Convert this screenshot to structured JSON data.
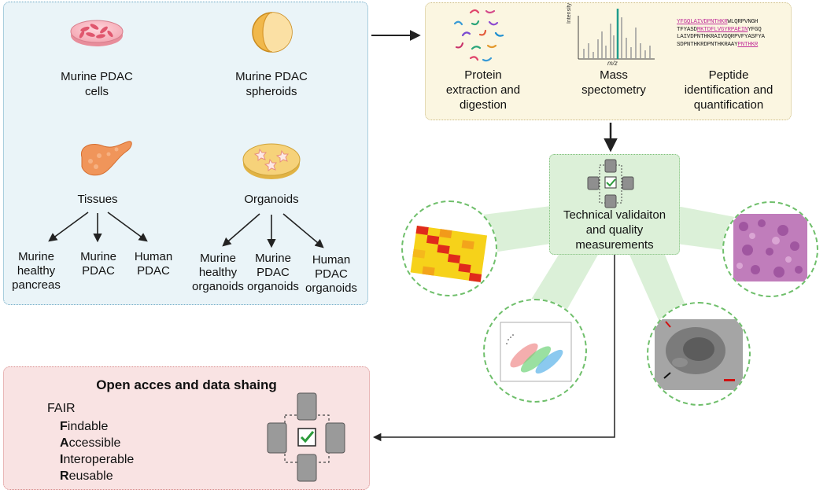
{
  "samples": {
    "cells": "Murine PDAC cells",
    "cells_l1": "Murine PDAC",
    "cells_l2": "cells",
    "spheroids_l1": "Murine PDAC",
    "spheroids_l2": "spheroids",
    "tissues": "Tissues",
    "organoids": "Organoids",
    "tissue_children": [
      {
        "l1": "Murine",
        "l2": "healthy",
        "l3": "pancreas"
      },
      {
        "l1": "Murine",
        "l2": "PDAC",
        "l3": ""
      },
      {
        "l1": "Human",
        "l2": "PDAC",
        "l3": ""
      }
    ],
    "organoid_children": [
      {
        "l1": "Murine",
        "l2": "healthy",
        "l3": "organoids"
      },
      {
        "l1": "Murine",
        "l2": "PDAC",
        "l3": "organoids"
      },
      {
        "l1": "Human",
        "l2": "PDAC",
        "l3": "organoids"
      }
    ]
  },
  "ms": {
    "protein_l1": "Protein",
    "protein_l2": "extraction and",
    "protein_l3": "digestion",
    "mass_l1": "Mass",
    "mass_l2": "spectometry",
    "pep_l1": "Peptide",
    "pep_l2": "identification and",
    "pep_l3": "quantification",
    "axis_y": "Intensity",
    "axis_x": "m/z",
    "seq": [
      {
        "hl": "YFGQLAIVDPNTHKR",
        "rest": "WLQRPVNGH",
        "pre": ""
      },
      {
        "pre": "TFYASD",
        "hl": "MKTDFLVGYRPAEIN",
        "rest": "YFGQ"
      },
      {
        "pre": "LAIVDPNTHKRAIVDQRPVFYASFYA",
        "hl": "",
        "rest": ""
      },
      {
        "pre": "SDPNTHKRDPNTHKRAAY",
        "hl": "PNTHKR",
        "rest": ""
      }
    ]
  },
  "qc": {
    "l1": "Technical validaiton",
    "l2": "and quality",
    "l3": "measurements"
  },
  "open": {
    "title": "Open acces and data shaing",
    "fair": "FAIR",
    "items": [
      {
        "first": "F",
        "rest": "indable"
      },
      {
        "first": "A",
        "rest": "ccessible"
      },
      {
        "first": "I",
        "rest": "nteroperable"
      },
      {
        "first": "R",
        "rest": "eusable"
      }
    ]
  },
  "colors": {
    "samples_bg": "#eaf4f8",
    "ms_bg": "#fbf6e1",
    "qc_bg": "#dcf0d8",
    "open_bg": "#f9e3e3",
    "peptide_highlight": "#c2309a"
  }
}
